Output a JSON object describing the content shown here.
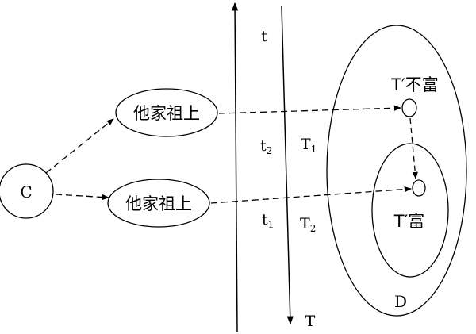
{
  "nodes": {
    "c": "C",
    "upper_box": "他家祖上",
    "lower_box": "他家祖上",
    "t_prime_not_rich": "T′不富",
    "t_prime_rich": "T′富",
    "d": "D"
  },
  "timeline": {
    "t_label": "t",
    "t2_base": "t",
    "t2_sub": "2",
    "t1_base": "t",
    "t1_sub": "1",
    "T1_base": "T",
    "T1_sub": "1",
    "T2_base": "T",
    "T2_sub": "2",
    "T_label": "T"
  }
}
